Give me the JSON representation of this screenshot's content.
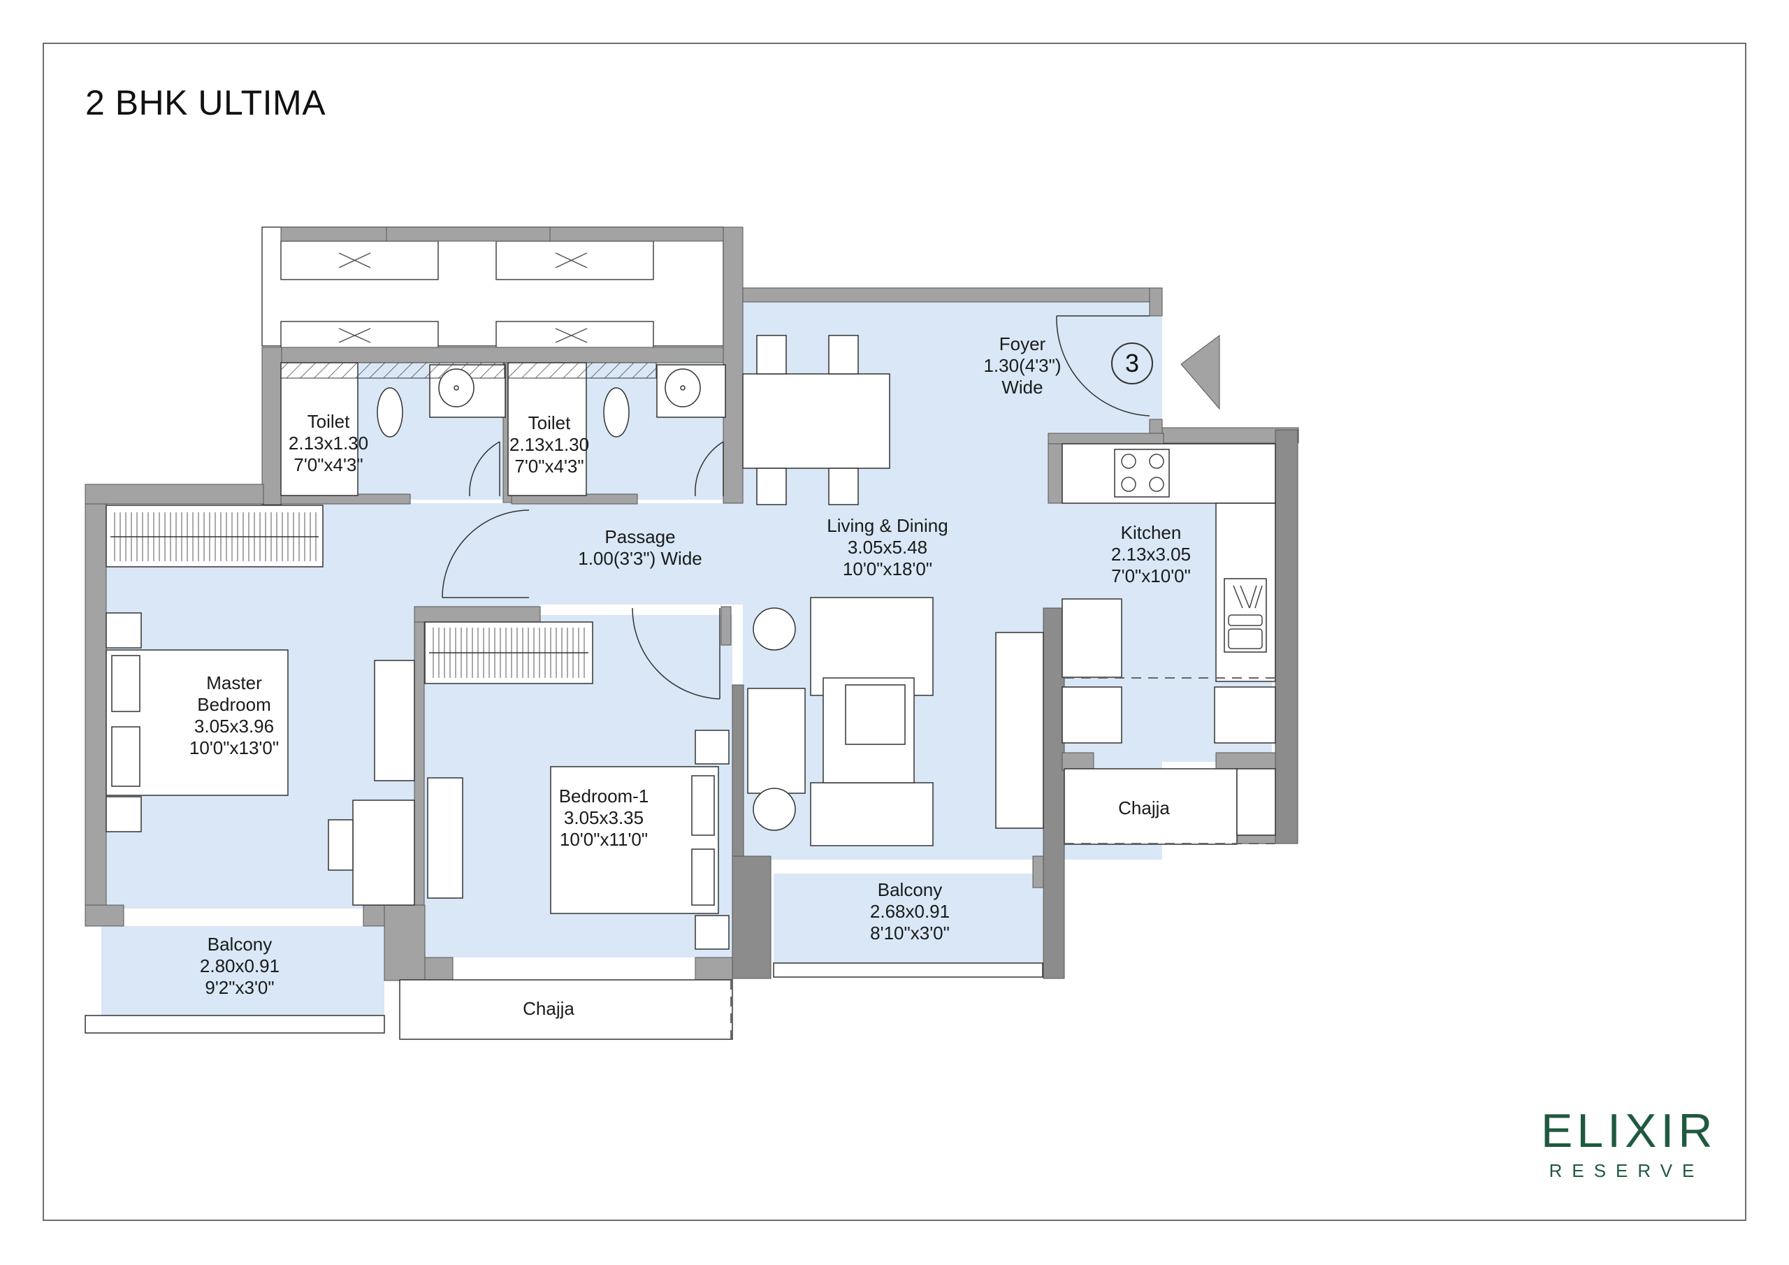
{
  "plan": {
    "title": "2 BHK ULTIMA",
    "entrance_unit_number": "3"
  },
  "rooms": [
    {
      "id": "toilet-1",
      "name": "Toilet",
      "metric": "2.13x1.30",
      "imperial": "7'0\"x4'3\""
    },
    {
      "id": "toilet-2",
      "name": "Toilet",
      "metric": "2.13x1.30",
      "imperial": "7'0\"x4'3\""
    },
    {
      "id": "foyer",
      "name": "Foyer",
      "metric": "1.30(4'3\")",
      "imperial": "Wide"
    },
    {
      "id": "passage",
      "name": "Passage",
      "metric": "1.00(3'3\") Wide",
      "imperial": ""
    },
    {
      "id": "living-dining",
      "name": "Living & Dining",
      "metric": "3.05x5.48",
      "imperial": "10'0\"x18'0\""
    },
    {
      "id": "kitchen",
      "name": "Kitchen",
      "metric": "2.13x3.05",
      "imperial": "7'0\"x10'0\""
    },
    {
      "id": "master-bedroom",
      "name": "Master Bedroom",
      "name_line1": "Master",
      "name_line2": "Bedroom",
      "metric": "3.05x3.96",
      "imperial": "10'0\"x13'0\""
    },
    {
      "id": "bedroom-1",
      "name": "Bedroom-1",
      "metric": "3.05x3.35",
      "imperial": "10'0\"x11'0\""
    },
    {
      "id": "balcony-living",
      "name": "Balcony",
      "metric": "2.68x0.91",
      "imperial": "8'10\"x3'0\""
    },
    {
      "id": "balcony-master",
      "name": "Balcony",
      "metric": "2.80x0.91",
      "imperial": "9'2\"x3'0\""
    },
    {
      "id": "chajja-kitchen",
      "name": "Chajja"
    },
    {
      "id": "chajja-bedroom",
      "name": "Chajja"
    }
  ],
  "brand": {
    "line1": "ELIXIR",
    "line2": "RESERVE",
    "color": "#1f5a3e"
  },
  "colors": {
    "room_fill": "#d9e7f6",
    "wall": "#a3a3a3",
    "wall_dark": "#8c8c8c",
    "line": "#333333"
  }
}
